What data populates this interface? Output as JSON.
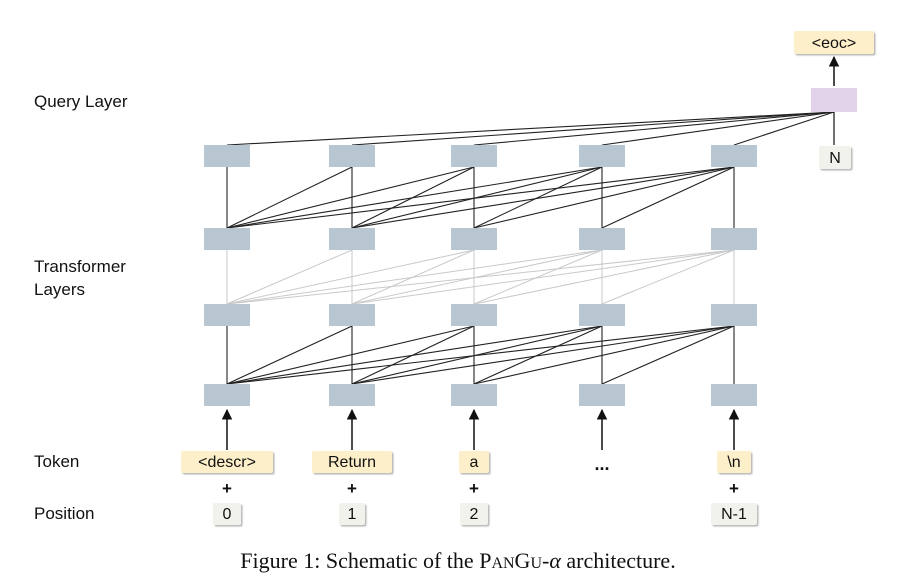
{
  "labels": {
    "query_layer": "Query Layer",
    "transformer_line1": "Transformer",
    "transformer_line2": "Layers",
    "token": "Token",
    "position": "Position"
  },
  "tokens": [
    "<descr>",
    "Return",
    "a",
    "...",
    "\\n"
  ],
  "positions": [
    "0",
    "1",
    "2",
    "",
    "N-1"
  ],
  "plus_sign": "+",
  "query_position": "N",
  "output_token": "<eoc>",
  "caption": {
    "prefix": "Figure 1: Schematic of the ",
    "pan": "P",
    "an": "AN",
    "gu": "G",
    "u": "U",
    "alpha": "-α",
    "suffix": " architecture."
  },
  "colors": {
    "node": "#b7c6d0",
    "query_node": "#e3d3ea",
    "token_box": "#fdefc9",
    "pos_box": "#f2f2ed"
  }
}
